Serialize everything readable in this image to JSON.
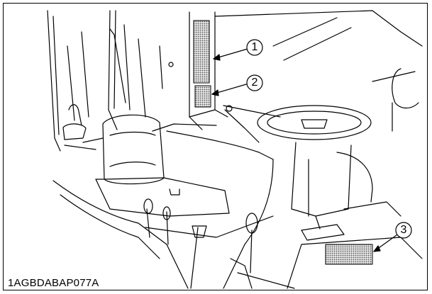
{
  "figure": {
    "id_label": "1AGBDABAP077A",
    "callouts": [
      {
        "number": "1",
        "target": "upper-pillar-label"
      },
      {
        "number": "2",
        "target": "lower-pillar-label"
      },
      {
        "number": "3",
        "target": "floor-label"
      }
    ]
  },
  "colors": {
    "line": "#000000",
    "background": "#ffffff",
    "label_fill": "#b5b5b5"
  }
}
